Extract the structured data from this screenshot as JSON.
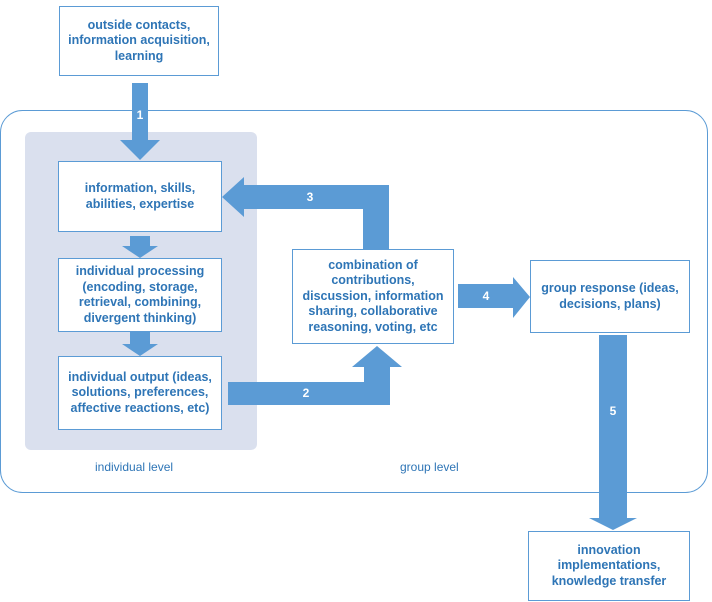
{
  "colors": {
    "accent": "#5b9bd5",
    "text": "#2e75b6",
    "panel": "#dae0ee"
  },
  "boxes": {
    "outside": "outside contacts, information acquisition, learning",
    "info": "information, skills, abilities, expertise",
    "processing": "individual processing (encoding, storage, retrieval, combining, divergent thinking)",
    "output": "individual output (ideas, solutions, preferences, affective reactions, etc)",
    "combination": "combination of contributions, discussion, information sharing, collaborative reasoning, voting, etc",
    "response": "group response (ideas, decisions, plans)",
    "innovation": "innovation implementations, knowledge transfer"
  },
  "labels": {
    "individual_level": "individual level",
    "group_level": "group level"
  },
  "arrows": {
    "a1": "1",
    "a2": "2",
    "a3": "3",
    "a4": "4",
    "a5": "5"
  }
}
